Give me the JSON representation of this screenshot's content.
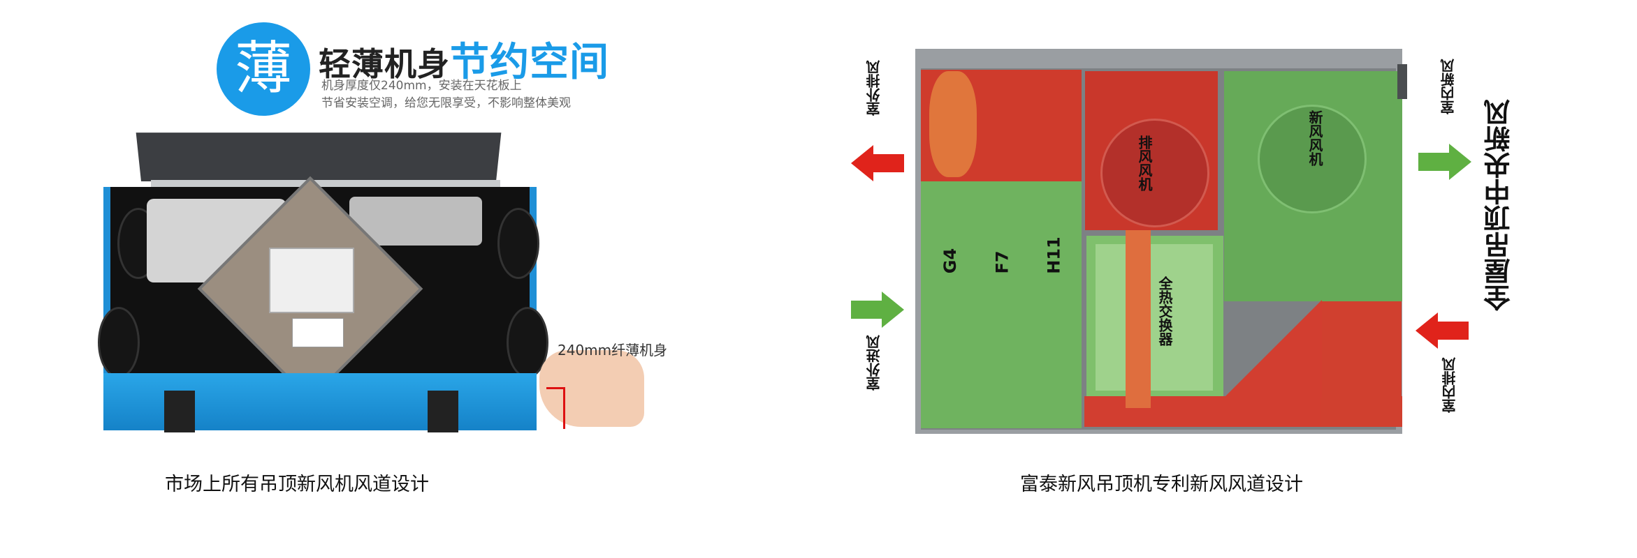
{
  "left_panel": {
    "badge_char": "薄",
    "headline_dark": "轻薄机身",
    "headline_blue": "节约空间",
    "subline1": "机身厚度仅240mm，安装在天花板上",
    "subline2": "节省安装空调，给您无限享受，不影响整体美观",
    "thin_caption": "240mm纤薄机身",
    "caption": "市场上所有吊顶新风机风道设计"
  },
  "right_panel": {
    "diagram_labels": {
      "exhaust_fan": "排风风机",
      "supply_fan": "新风风机",
      "heat_exchanger": "全热交换器",
      "filter_g4": "G4",
      "filter_f7": "F7",
      "filter_h11": "H11"
    },
    "side_labels": {
      "outdoor_exhaust": "室外排风",
      "outdoor_intake": "室外进风",
      "indoor_fresh": "室内新风",
      "indoor_exhaust": "室内排风",
      "slogan": "全屋吊顶中央新风"
    },
    "caption": "富泰新风吊顶机专利新风风道设计"
  },
  "colors": {
    "accent_blue": "#1a9be8",
    "exhaust_red": "#e0231b",
    "fresh_green": "#5fb042"
  }
}
